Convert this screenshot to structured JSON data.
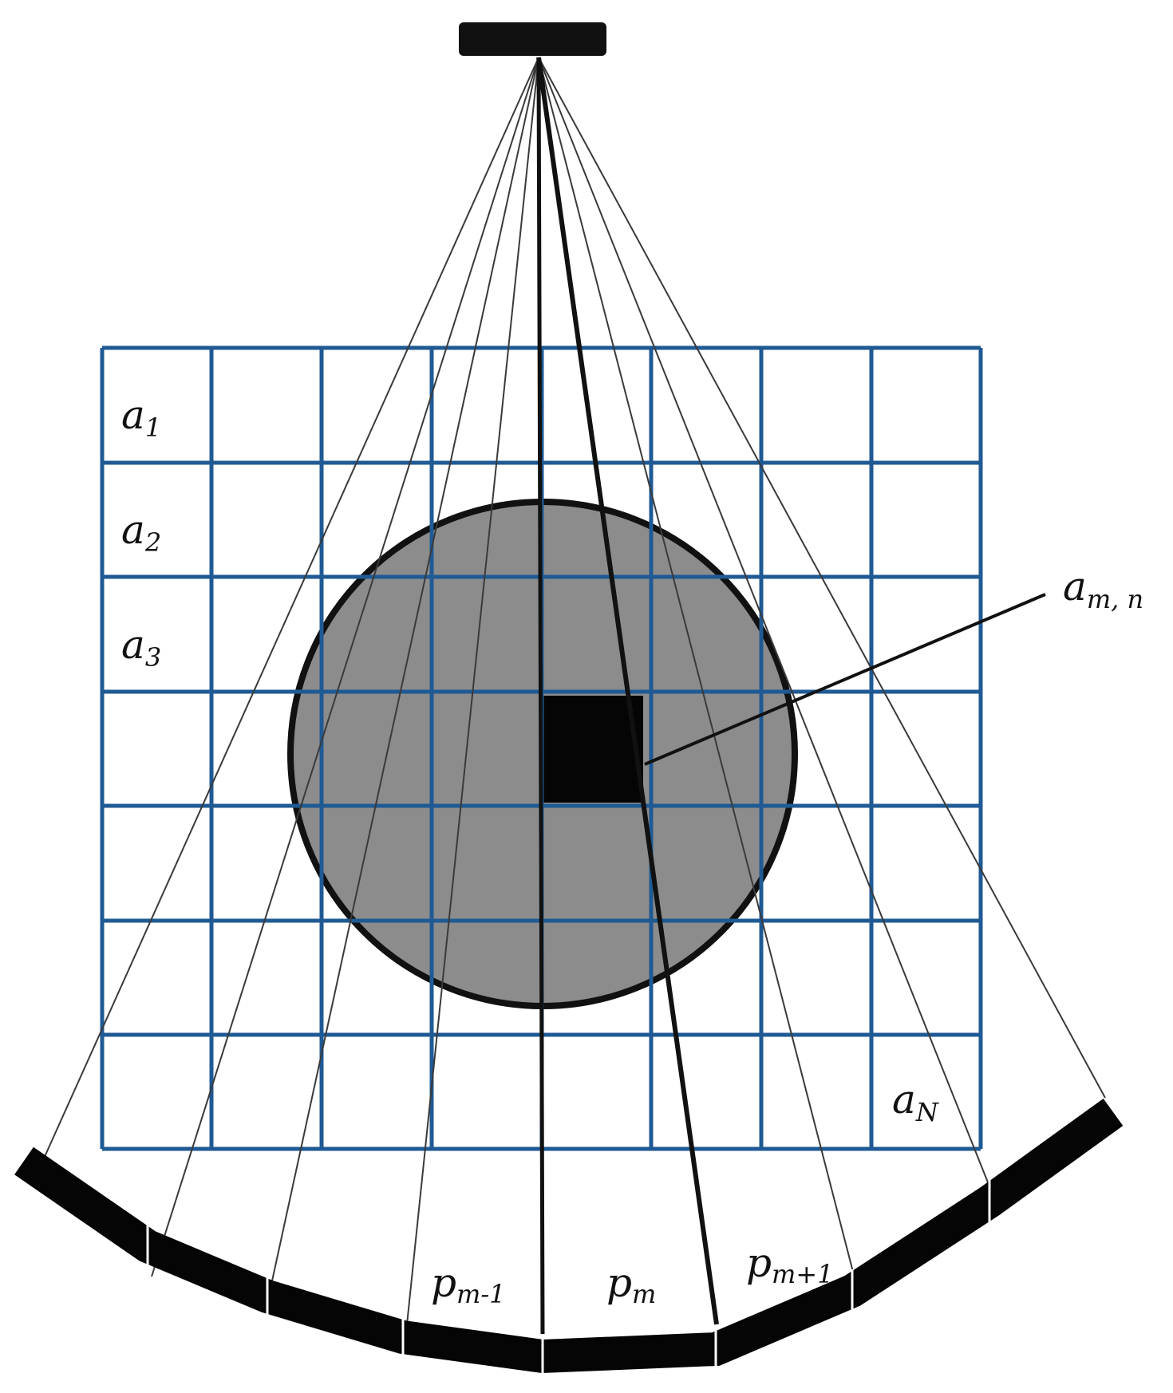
{
  "colors": {
    "grid": "#1f5a94",
    "object_fill": "#8c8c8c",
    "outline": "#111111",
    "background": "#ffffff"
  },
  "grid": {
    "columns": 8,
    "rows": 7
  },
  "labels": {
    "a1": {
      "base": "a",
      "sub": "1"
    },
    "a2": {
      "base": "a",
      "sub": "2"
    },
    "a3": {
      "base": "a",
      "sub": "3"
    },
    "aN": {
      "base": "a",
      "sub": "N"
    },
    "amn": {
      "base": "a",
      "sub": "m, n"
    },
    "pm_minus_1": {
      "base": "p",
      "sub": "m-1"
    },
    "pm": {
      "base": "p",
      "sub": "m"
    },
    "pm_plus_1": {
      "base": "p",
      "sub": "m+1"
    }
  }
}
